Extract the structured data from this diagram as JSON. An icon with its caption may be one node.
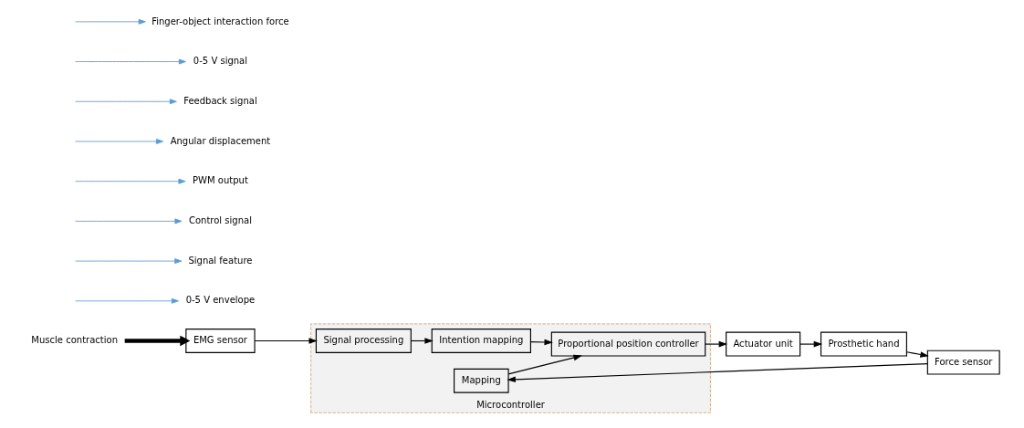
{
  "diagram": {
    "nodes": [
      {
        "text": [
          "Muscle contraction"
        ]
      },
      {
        "text": [
          "EMG sensor"
        ]
      },
      {
        "text": [
          "Microcontroller"
        ]
      },
      {
        "text": [
          "Signal processing"
        ],
        "in": 2
      },
      {
        "text": [
          "Intention mapping"
        ],
        "in": 2
      },
      {
        "text": [
          "Proportional position controller"
        ],
        "in": 2
      },
      {
        "text": [
          "Mapping"
        ],
        "in": 2
      },
      {
        "text": [
          "Actuator unit"
        ]
      },
      {
        "text": [
          "Prosthetic hand"
        ]
      },
      {
        "text": [
          "Force sensor"
        ]
      },
      {
        "text": [
          "0-5 V envelope"
        ]
      },
      {
        "text": [
          "Signal feature"
        ]
      },
      {
        "text": [
          "Control signal"
        ]
      },
      {
        "text": [
          "PWM output"
        ]
      },
      {
        "text": [
          "Angular displacement"
        ]
      },
      {
        "text": [
          "Feedback signal"
        ]
      },
      {
        "text": [
          "0-5 V signal"
        ]
      },
      {
        "text": [
          "Finger-object interaction force"
        ]
      }
    ],
    "edges": [
      {
        "from": 0,
        "to": 1,
        "arrow": "to",
        "style": "thick"
      },
      {
        "from": 1,
        "to": 3,
        "arrow": "to"
      },
      {
        "from": 3,
        "to": 4,
        "arrow": "to"
      },
      {
        "from": 4,
        "to": 5,
        "arrow": "to"
      },
      {
        "from": 5,
        "to": 7,
        "arrow": "to"
      },
      {
        "from": 7,
        "to": 8,
        "arrow": "to"
      },
      {
        "from": 8,
        "to": 9,
        "arrow": "to"
      },
      {
        "from": 9,
        "to": 6,
        "arrow": "to"
      },
      {
        "from": 6,
        "to": 5,
        "arrow": "to"
      },
      {
        "from": null,
        "to": 10,
        "arrow": "to",
        "color": "#5b9bd5"
      },
      {
        "from": null,
        "to": 11,
        "arrow": "to",
        "color": "#5b9bd5"
      },
      {
        "from": null,
        "to": 12,
        "arrow": "to",
        "color": "#5b9bd5"
      },
      {
        "from": null,
        "to": 13,
        "arrow": "to",
        "color": "#5b9bd5"
      },
      {
        "from": null,
        "to": 14,
        "arrow": "to",
        "color": "#5b9bd5"
      },
      {
        "from": null,
        "to": 15,
        "arrow": "to",
        "color": "#5b9bd5"
      },
      {
        "from": null,
        "to": 16,
        "arrow": "to",
        "color": "#5b9bd5"
      },
      {
        "from": null,
        "to": 17,
        "arrow": "to",
        "color": "#5b9bd5"
      }
    ]
  }
}
